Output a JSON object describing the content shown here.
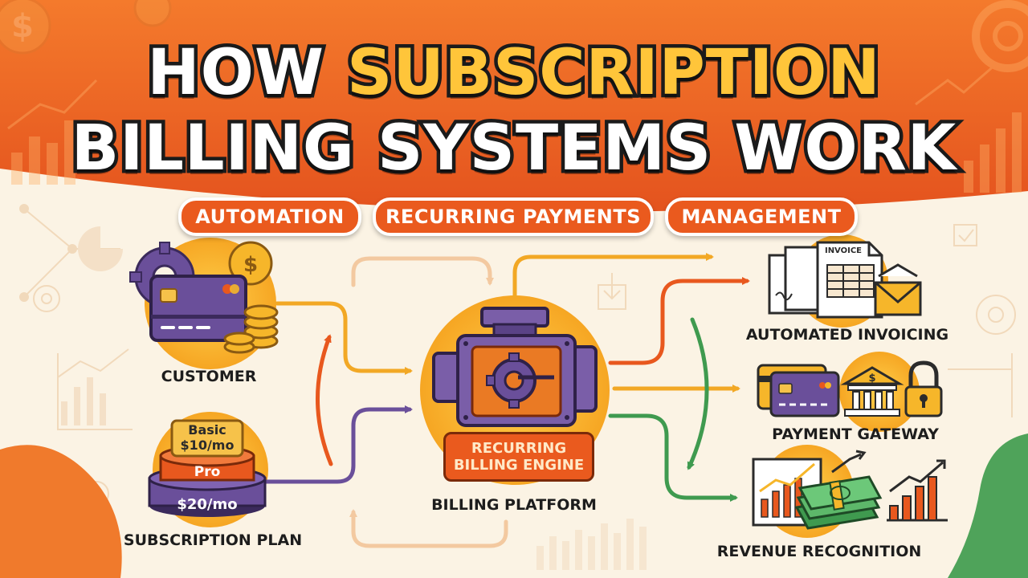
{
  "title": {
    "word_1": "HOW",
    "word_2": "SUBSCRIPTION",
    "line_2": "BILLING SYSTEMS WORK"
  },
  "tags": [
    "AUTOMATION",
    "RECURRING PAYMENTS",
    "MANAGEMENT"
  ],
  "nodes": {
    "customer": "CUSTOMER",
    "subscription_plan": "SUBSCRIPTION PLAN",
    "billing_platform": "BILLING PLATFORM",
    "engine_line_1": "RECURRING",
    "engine_line_2": "BILLING ENGINE",
    "automated_invoicing": "AUTOMATED INVOICING",
    "payment_gateway": "PAYMENT GATEWAY",
    "revenue_recognition": "REVENUE RECOGNITION"
  },
  "plan_tiers": {
    "basic_name": "Basic",
    "basic_price": "$10/mo",
    "pro_name": "Pro",
    "pro_price": "$20/mo"
  },
  "invoice_label": "INVOICE",
  "icons": {
    "customer": "credit-card-icon",
    "plan": "pricing-tiers-icon",
    "engine": "billing-engine-icon",
    "invoice": "invoice-icon",
    "gateway": "bank-icon",
    "revenue": "revenue-chart-icon"
  },
  "colors": {
    "orange": "#ea5a1e",
    "gold": "#ffc53a",
    "purple": "#6a4f9a",
    "green": "#3f9a4f",
    "cream": "#fbf3e4"
  }
}
